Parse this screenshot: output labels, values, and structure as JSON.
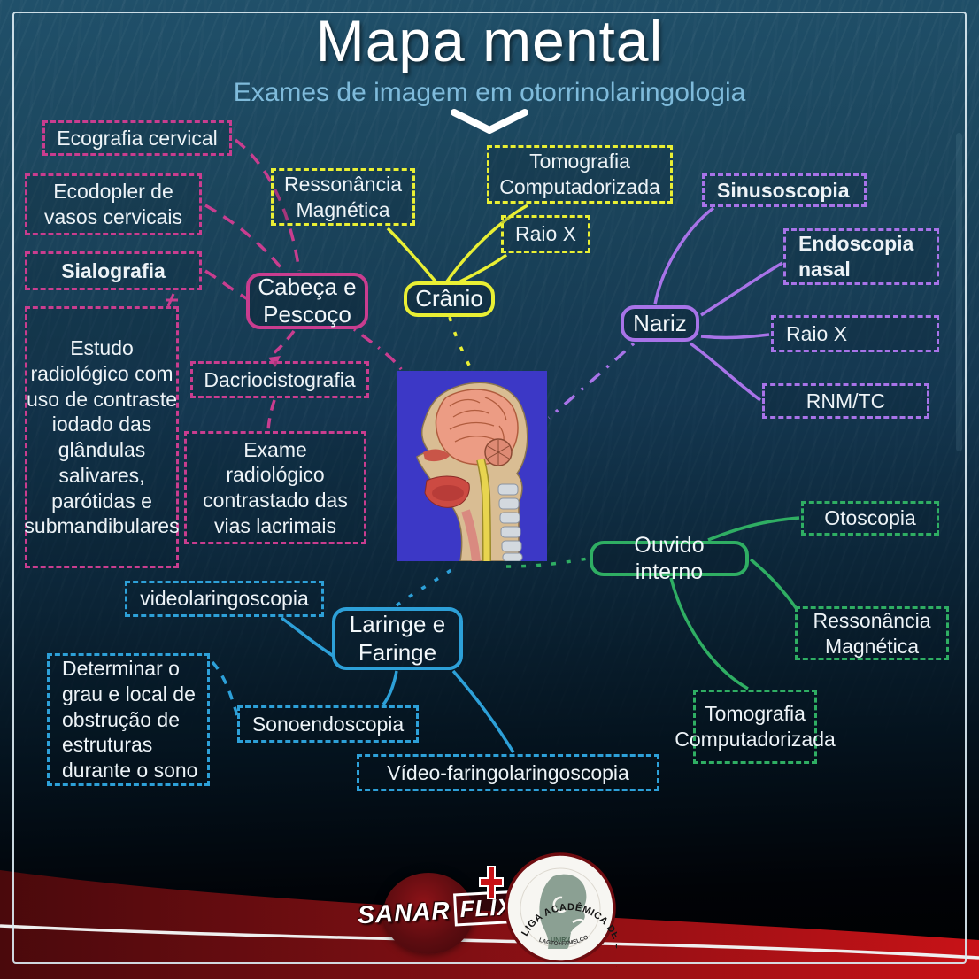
{
  "title": "Mapa mental",
  "subtitle": "Exames de imagem em otorrinolaringologia",
  "colors": {
    "background_top": "#20506a",
    "background_bottom": "#000000",
    "pink_branch": "#c93d8f",
    "yellow_branch": "#e9ef34",
    "purple_branch": "#a873e8",
    "green_branch": "#2fae63",
    "blue_branch": "#2da0d8",
    "title_text": "#ffffff",
    "subtitle_text": "#7fbbdb",
    "footer_red": "#c81217"
  },
  "nodes": {
    "cabeca": "Cabeça e Pescoço",
    "cranio": "Crânio",
    "nariz": "Nariz",
    "ouvido": "Ouvido interno",
    "laringe": "Laringe e Faringe"
  },
  "leaves": {
    "ecografia": "Ecografia cervical",
    "ecodopler": "Ecodopler de vasos cervicais",
    "sialografia": "Sialografia",
    "estudo": "Estudo radiológico com uso de contraste iodado das glândulas salivares, parótidas e submandibulares",
    "dacriocistografia": "Dacriocistografia",
    "exame": "Exame radiológico contrastado das vias lacrimais",
    "ressonancia_cranio": "Ressonância Magnética",
    "tomografia_cranio": "Tomografia Computadorizada",
    "raiox_cranio": "Raio X",
    "sinusoscopia": "Sinusoscopia",
    "endoscopia_nasal": "Endoscopia nasal",
    "raiox_nariz": "Raio X",
    "rnm_tc": "RNM/TC",
    "otoscopia": "Otoscopia",
    "ressonancia_ouvido": "Ressonância Magnética",
    "tomografia_ouvido": "Tomografia Computadorizada",
    "videolaringoscopia": "videolaringoscopia",
    "determinar": "Determinar o grau e local de obstrução de estruturas durante o sono",
    "sonoendoscopia": "Sonoendoscopia",
    "video_faringo": "Vídeo-faringolaringoscopia"
  },
  "footer": {
    "brand_part1": "SANAR",
    "brand_part2": "FLIX",
    "plus": "+",
    "liga_ring_text": "LIGA ACADÊMICA DE OTORRINOLARINGOLOGIA",
    "liga_univ": "UNIRV",
    "liga_banner": "LAGTO+FAMELCO"
  }
}
